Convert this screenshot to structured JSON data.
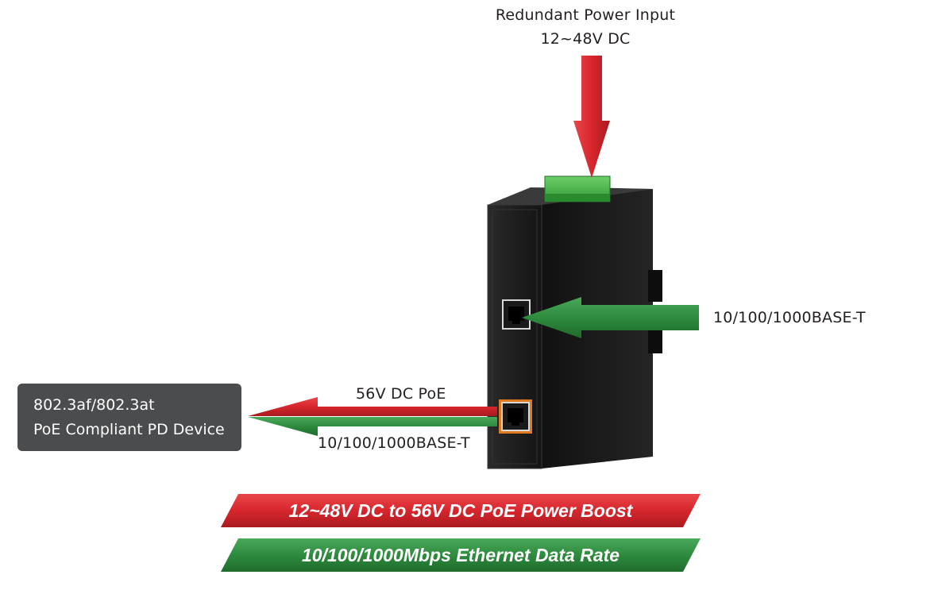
{
  "top_label": {
    "line1": "Redundant Power Input",
    "line2": "12~48V DC"
  },
  "right_label": "10/100/1000BASE-T",
  "poe_label": "56V DC PoE",
  "data_label": "10/100/1000BASE-T",
  "pd_device": {
    "line1": "802.3af/802.3at",
    "line2": "PoE Compliant PD Device"
  },
  "banners": {
    "power": "12~48V DC to 56V DC PoE Power Boost",
    "data": "10/100/1000Mbps Ethernet Data Rate"
  },
  "colors": {
    "power_red": "#d7262d",
    "data_green": "#2e8b3e",
    "device_body": "#1c1c1c",
    "pd_box": "#4b4c4e"
  }
}
